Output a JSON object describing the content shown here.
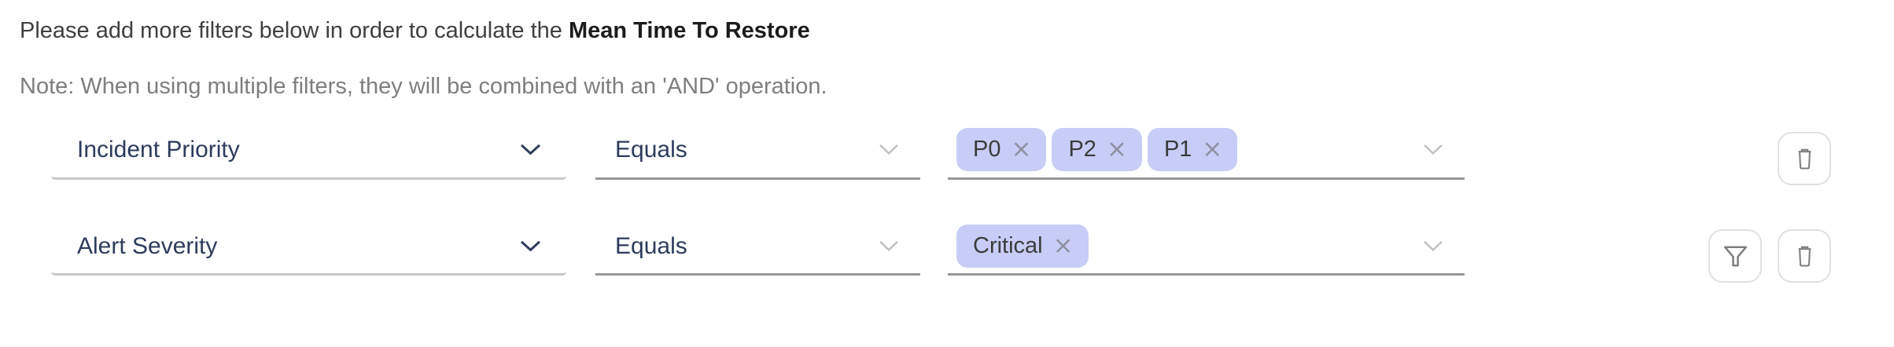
{
  "header": {
    "intro": "Please add more filters below in order to calculate the ",
    "metric": "Mean Time To Restore",
    "note": "Note: When using multiple filters, they will be combined with an 'AND' operation."
  },
  "rows": [
    {
      "field": "Incident Priority",
      "operator": "Equals",
      "values": [
        "P0",
        "P2",
        "P1"
      ],
      "actions": [
        "delete"
      ]
    },
    {
      "field": "Alert Severity",
      "operator": "Equals",
      "values": [
        "Critical"
      ],
      "actions": [
        "filter",
        "delete"
      ]
    }
  ],
  "icons": {
    "remove_tag": "×",
    "field_dropdown": "chevron-down",
    "delete": "trash",
    "filter": "funnel"
  },
  "colors": {
    "field_label": "#2d3b5e",
    "underline_primary": "#c6c6c6",
    "underline_secondary": "#979797",
    "tag_bg": "#c7cdf6",
    "tag_text": "#3b3b3b",
    "tag_close": "#8e90a0",
    "chevron_muted": "#bfbfbf",
    "button_border": "#e0e0e0",
    "icon_gray": "#7d7d7d",
    "heading_text": "#3f3f3f",
    "heading_bold": "#1c1c1c",
    "note_text": "#7e7e7e"
  }
}
